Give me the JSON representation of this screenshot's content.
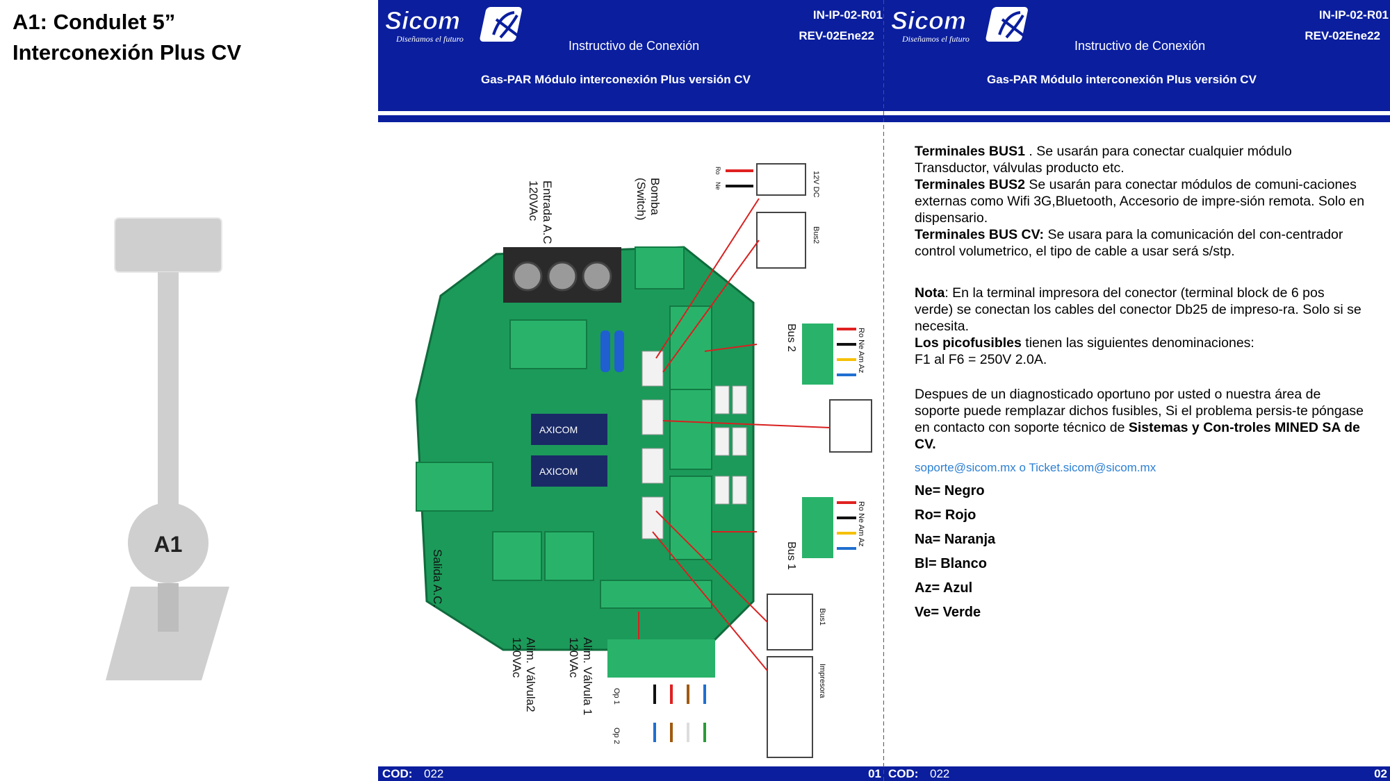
{
  "slide": {
    "title_line1": "A1: Condulet 5”",
    "title_line2": "Interconexión Plus CV",
    "marker_label": "A1"
  },
  "brand": {
    "name": "Sicom",
    "tagline": "Diseñamos el futuro",
    "header_color": "#0a1e9e"
  },
  "page1": {
    "doc_code": "IN-IP-02-R01",
    "rev": "REV-02Ene22",
    "kind": "Instructivo  de Conexión",
    "subtitle": "Gas-PAR Módulo  interconexión  Plus versión CV",
    "cod_label": "COD:",
    "cod_value": "022",
    "page_number": "01",
    "labels": {
      "entrada": "Entrada A.C",
      "entrada_v": "120VAc",
      "bomba": "Bomba",
      "bomba_sw": "(Switch)",
      "v12": "12V DC",
      "bus2_box": "Bus2",
      "bus2": "Bus 2",
      "bus1": "Bus 1",
      "bus1_box": "Bus1",
      "impresora": "Impresora",
      "salida": "Salida A.C.",
      "valv1a": "Alim. Válvula 1",
      "valv1b": "120VAc",
      "valv2a": "Alim. Válvula2",
      "valv2b": "120VAc",
      "op1": "Op 1",
      "op2": "Op 2",
      "wires": "Ro Ne Am Az",
      "ro": "Ro",
      "ne": "Ne",
      "brand_relay": "AXICOM"
    }
  },
  "page2": {
    "doc_code": "IN-IP-02-R01",
    "rev": "REV-02Ene22",
    "kind": "Instructivo  de Conexión",
    "subtitle": "Gas-PAR Módulo  interconexión  Plus versión CV",
    "cod_label": "COD:",
    "cod_value": "022",
    "page_number": "02",
    "bus1_term": "Terminales BUS1",
    "bus1_text": " . Se usarán para conectar cualquier módulo Transductor, válvulas producto  etc.",
    "bus2_term": "Terminales BUS2",
    "bus2_text": " Se usarán  para conectar módulos de comuni-caciones externas como Wifi 3G,Bluetooth, Accesorio de  impre-sión remota. Solo en dispensario.",
    "buscv_term": "Terminales BUS CV:",
    "buscv_text": " Se usara para  la comunicación  del con-centrador control volumetrico, el tipo de cable a usar será s/stp.",
    "nota_term": "Nota",
    "nota_text": ": En la terminal impresora del conector (terminal block de 6 pos  verde) se conectan los cables del conector Db25 de impreso-ra. Solo si se necesita.",
    "pico_term": "Los picofusibles",
    "pico_text": " tienen las siguientes denominaciones:",
    "fuse_text": "F1 al F6 = 250V  2.0A.",
    "diag_text": "Despues de un diagnosticado oportuno por usted o nuestra área de soporte puede remplazar dichos fusibles, Si el problema persis-te póngase en contacto con soporte técnico de ",
    "diag_company": "Sistemas y Con-troles MINED SA de CV.",
    "email": "soporte@sicom.mx o Ticket.sicom@sicom.mx",
    "legend": [
      "Ne= Negro",
      "Ro= Rojo",
      "Na= Naranja",
      "Bl=  Blanco",
      "Az= Azul",
      "Ve= Verde"
    ]
  }
}
